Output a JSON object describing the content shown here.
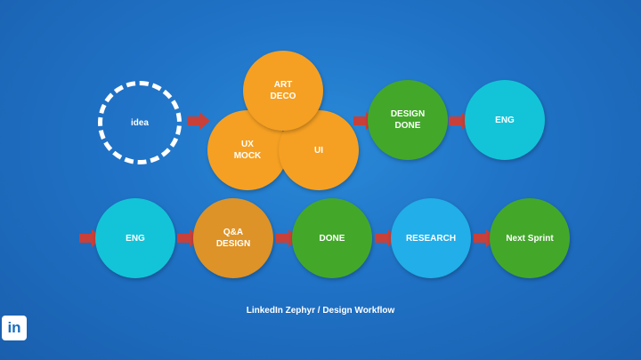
{
  "colors": {
    "background": "#1f72c6",
    "orange": "#f5a023",
    "orange_dark": "#dd9327",
    "green": "#43a82a",
    "cyan": "#13c4d8",
    "sky": "#22aee8",
    "arrow": "#c7403a"
  },
  "nodes": {
    "idea": "idea",
    "art_deco": "ART\nDECO",
    "ux_mock": "UX\nMOCK",
    "ui": "UI",
    "design_done": "DESIGN\nDONE",
    "eng_top": "ENG",
    "eng_bottom": "ENG",
    "qa_design": "Q&A\nDESIGN",
    "done": "DONE",
    "research": "RESEARCH",
    "next_sprint": "Next Sprint"
  },
  "caption": "LinkedIn Zephyr / Design Workflow",
  "logo": {
    "text": "in",
    "icon": "linkedin-logo-icon"
  }
}
